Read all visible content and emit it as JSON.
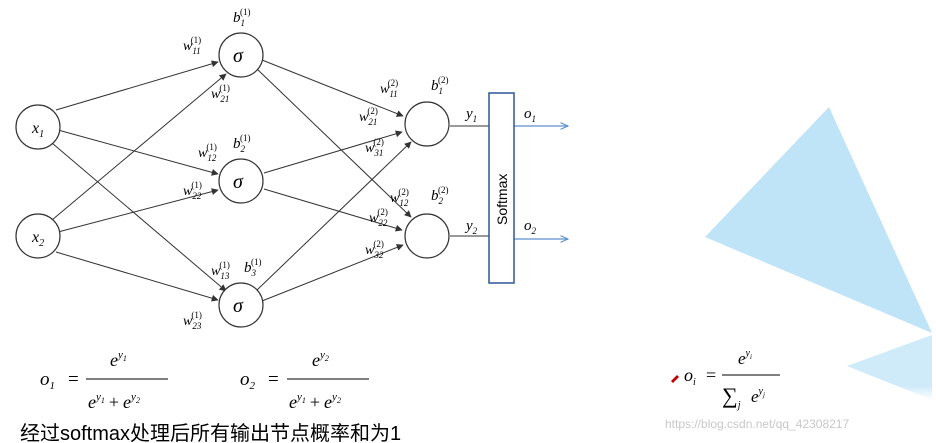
{
  "network": {
    "inputs": [
      {
        "name": "x",
        "sub": "1"
      },
      {
        "name": "x",
        "sub": "2"
      }
    ],
    "hidden": [
      {
        "symbol": "σ",
        "bias": {
          "name": "b",
          "sub": "1",
          "sup": "(1)"
        }
      },
      {
        "symbol": "σ",
        "bias": {
          "name": "b",
          "sub": "2",
          "sup": "(1)"
        }
      },
      {
        "symbol": "σ",
        "bias": {
          "name": "b",
          "sub": "3",
          "sup": "(1)"
        }
      }
    ],
    "outputs": [
      {
        "bias": {
          "name": "b",
          "sub": "1",
          "sup": "(2)"
        },
        "y": {
          "name": "y",
          "sub": "1"
        },
        "o": {
          "name": "o",
          "sub": "1"
        }
      },
      {
        "bias": {
          "name": "b",
          "sub": "2",
          "sup": "(2)"
        },
        "y": {
          "name": "y",
          "sub": "2"
        },
        "o": {
          "name": "o",
          "sub": "2"
        }
      }
    ],
    "weights_layer1": [
      {
        "name": "w",
        "sub": "11",
        "sup": "(1)"
      },
      {
        "name": "w",
        "sub": "21",
        "sup": "(1)"
      },
      {
        "name": "w",
        "sub": "12",
        "sup": "(1)"
      },
      {
        "name": "w",
        "sub": "22",
        "sup": "(1)"
      },
      {
        "name": "w",
        "sub": "13",
        "sup": "(1)"
      },
      {
        "name": "w",
        "sub": "23",
        "sup": "(1)"
      }
    ],
    "weights_layer2": [
      {
        "name": "w",
        "sub": "11",
        "sup": "(2)"
      },
      {
        "name": "w",
        "sub": "21",
        "sup": "(2)"
      },
      {
        "name": "w",
        "sub": "31",
        "sup": "(2)"
      },
      {
        "name": "w",
        "sub": "12",
        "sup": "(2)"
      },
      {
        "name": "w",
        "sub": "22",
        "sup": "(2)"
      },
      {
        "name": "w",
        "sub": "32",
        "sup": "(2)"
      }
    ],
    "softmax_label": "Softmax"
  },
  "formulas": {
    "o1": {
      "lhs": "o",
      "lhs_sub": "1",
      "num_exp": "y",
      "num_exp_sub": "1"
    },
    "o2": {
      "lhs": "o",
      "lhs_sub": "2",
      "num_exp": "y",
      "num_exp_sub": "2"
    },
    "denominator": {
      "base": "e",
      "exp1": "y",
      "exp1_sub": "1",
      "plus": "+",
      "exp2": "y",
      "exp2_sub": "2"
    },
    "general": {
      "lhs": "o",
      "lhs_sub": "i",
      "num_exp": "y",
      "num_exp_sub": "i",
      "sum": "∑",
      "sum_sub": "j",
      "den_exp": "y",
      "den_exp_sub": "j"
    },
    "equals": "=",
    "base": "e"
  },
  "caption": "经过softmax处理后所有输出节点概率和为1",
  "watermark": "https://blog.csdn.net/qq_42308217",
  "colors": {
    "edge": "#333333",
    "softmax_box": "#2f5597",
    "output_arrows": "#5b8fd0",
    "triangle": "#bfe3f7"
  }
}
